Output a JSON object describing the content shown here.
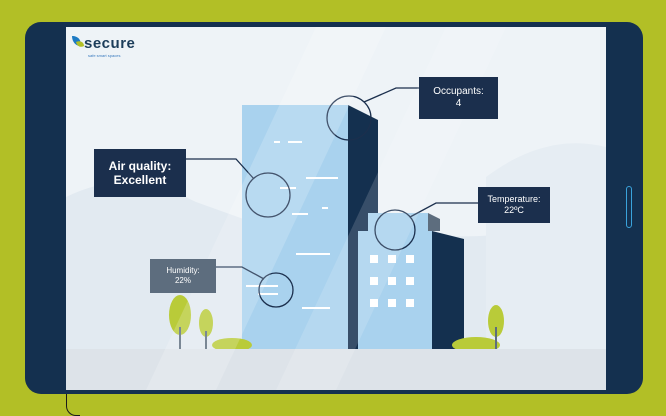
{
  "logo": {
    "word": "secure",
    "tagline": "safe smart spaces"
  },
  "labels": {
    "occupants": {
      "title": "Occupants:",
      "value": "4"
    },
    "air_quality": {
      "title": "Air quality:",
      "value": "Excellent"
    },
    "temperature": {
      "title": "Temperature:",
      "value": "22ºC"
    },
    "humidity": {
      "title": "Humidity:",
      "value": "22%"
    }
  },
  "colors": {
    "background": "#b2bf26",
    "tablet": "#14304f",
    "screen": "#eef3f7",
    "building_light": "#a9d2ee",
    "building_dark": "#14304f",
    "label_dark": "#1b2f4d",
    "label_grey": "#5d6d7e",
    "tree": "#b9cb39",
    "accent": "#3aa3dc"
  },
  "icons": [
    "leaf-icon",
    "side-button-icon"
  ]
}
